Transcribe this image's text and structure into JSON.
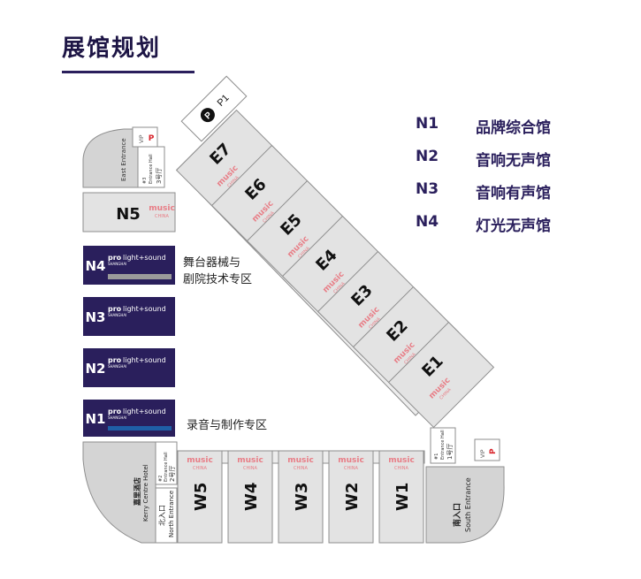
{
  "page": {
    "title": "展馆规划"
  },
  "legend": [
    {
      "code": "N1",
      "name": "品牌综合馆"
    },
    {
      "code": "N2",
      "name": "音响无声馆"
    },
    {
      "code": "N3",
      "name": "音响有声馆"
    },
    {
      "code": "N4",
      "name": "灯光无声馆"
    }
  ],
  "brand": {
    "music": "music",
    "china": "CHINA",
    "prolight_a": "pro",
    "prolight_b": "light+sound",
    "shanghai": "SHANGHAI"
  },
  "halls": {
    "east": [
      "E7",
      "E6",
      "E5",
      "E4",
      "E3",
      "E2",
      "E1"
    ],
    "west": [
      "W5",
      "W4",
      "W3",
      "W2",
      "W1"
    ],
    "north_music": "N5",
    "north_prolight": [
      "N4",
      "N3",
      "N2",
      "N1"
    ],
    "p1": "P1",
    "parking": "P"
  },
  "zones": {
    "n4_line1": "舞台器械与",
    "n4_line2": "剧院技术专区",
    "n1": "录音与制作专区"
  },
  "entrances": {
    "vip": "VIP",
    "east": "East Entrance",
    "hall3_a": "#3",
    "hall3_b": "Entrance Hall",
    "hall3_c": "3号厅",
    "hall2_a": "#2",
    "hall2_b": "Entrance Hall",
    "hall2_c": "2号厅",
    "kerry_cn": "嘉里酒店",
    "kerry_en": "Kerry Centre Hotel",
    "north_cn": "北入口",
    "north_en": "North Entrance",
    "hall1_a": "#1",
    "hall1_b": "Entrance Hall",
    "hall1_c": "1号厅",
    "south_cn": "南入口",
    "south_en": "South Entrance"
  },
  "colors": {
    "navy": "#2a1f5c",
    "music_pink": "#e87d86",
    "hall_grey": "#e3e3e3",
    "zone_grey": "#d4d4d4",
    "outline": "#8e8e8e",
    "parking_red": "#d8232a",
    "n1_bar": "#1f5fa6",
    "n4_bar": "#9a9a9a"
  }
}
